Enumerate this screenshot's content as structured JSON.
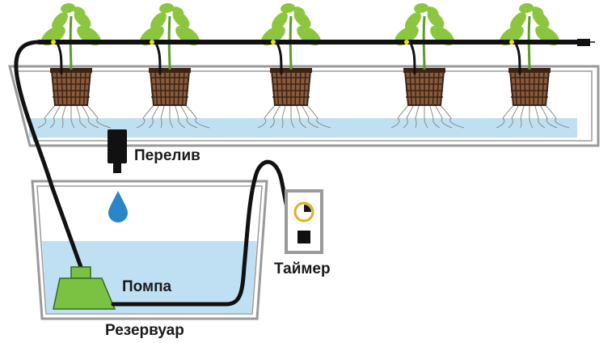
{
  "labels": {
    "overflow": "Перелив",
    "pump": "Помпа",
    "timer": "Таймер",
    "reservoir": "Резервуар"
  },
  "plant_count": 5,
  "colors": {
    "water": "#bfe0f3",
    "pump": "#7cc242",
    "pump_outline": "#2f6b1f",
    "leaf": "#8cc63f",
    "leaf_dark": "#5e9c2a",
    "tube": "#111111",
    "timer_dial": "#e2b020",
    "droplet": "#2a85c9",
    "basket": "#3a2416",
    "soil": "#8a5a3b"
  }
}
